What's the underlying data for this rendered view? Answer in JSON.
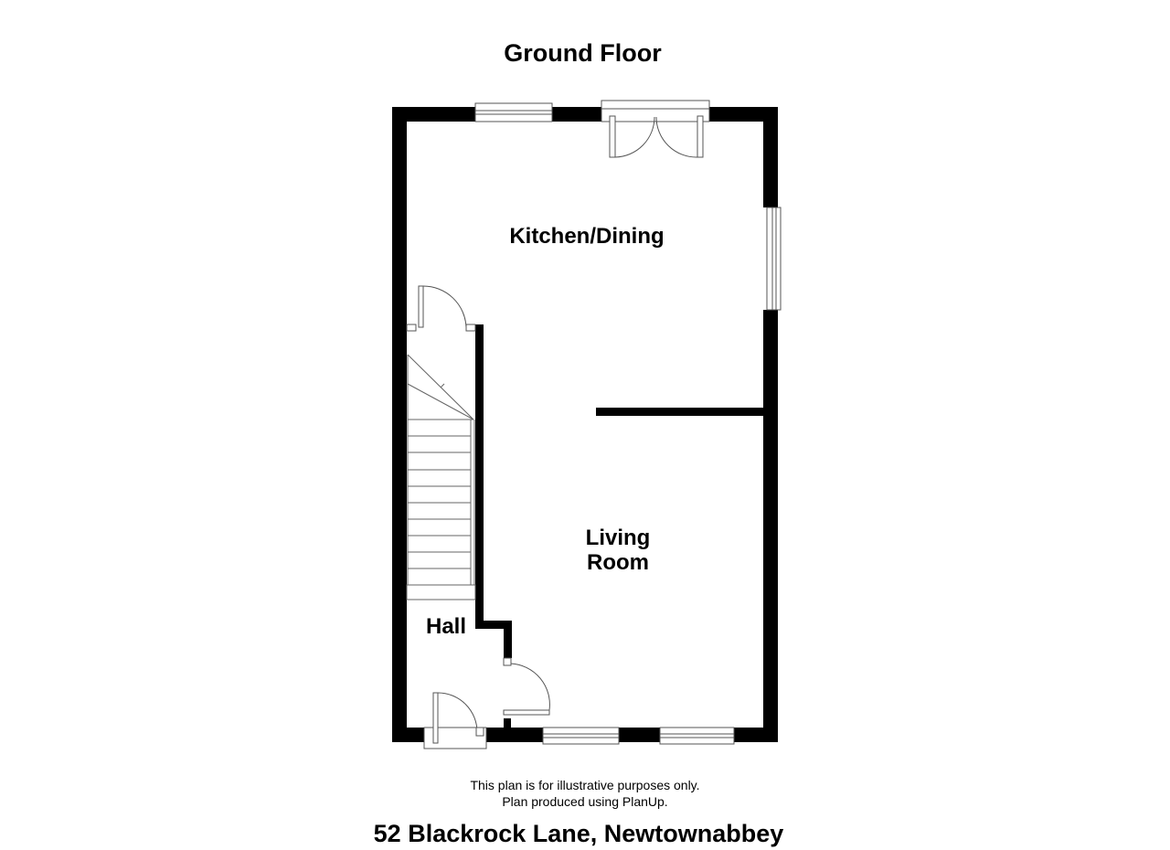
{
  "floor_title": "Ground Floor",
  "rooms": {
    "kitchen_dining": "Kitchen/Dining",
    "living_room_line1": "Living",
    "living_room_line2": "Room",
    "hall": "Hall"
  },
  "disclaimer": {
    "line1": "This plan is for illustrative purposes only.",
    "line2": "Plan produced using PlanUp."
  },
  "address": "52 Blackrock Lane, Newtownabbey",
  "colors": {
    "wall": "#000000",
    "background": "#ffffff",
    "fixture_stroke": "#555555"
  }
}
